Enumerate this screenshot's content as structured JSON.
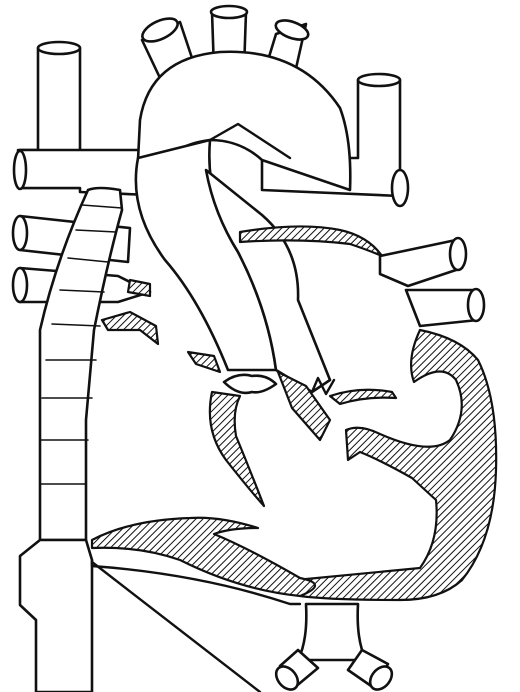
{
  "diagram": {
    "kind": "anatomical line drawing",
    "colors": {
      "outline": "#111111",
      "background": "#ffffff",
      "wall_hatch": "#111111"
    },
    "structures": [
      "superior-vena-cava",
      "inferior-vena-cava",
      "ascending-aorta",
      "aortic-arch",
      "arch-branch-vessels",
      "pulmonary-artery",
      "right-pulmonary-veins",
      "left-pulmonary-veins",
      "left-atrium",
      "ventricles",
      "ventricular-septal-defect",
      "descending-aorta"
    ]
  }
}
